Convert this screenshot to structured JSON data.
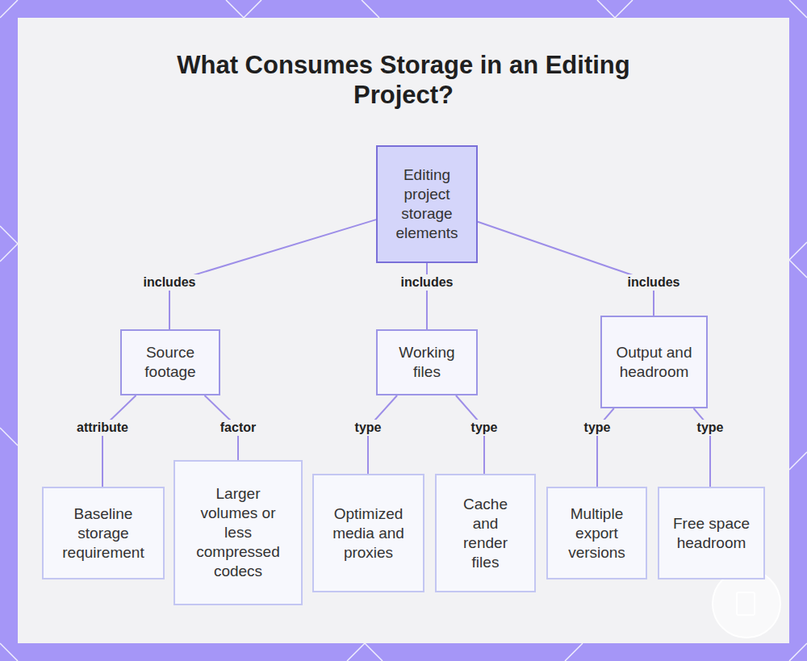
{
  "diagram": {
    "title": "What Consumes Storage in an Editing Project?",
    "nodes": [
      {
        "text": [
          "Editing project storage elements"
        ]
      },
      {
        "text": [
          "Source footage"
        ]
      },
      {
        "text": [
          "Working files"
        ]
      },
      {
        "text": [
          "Output and headroom"
        ]
      },
      {
        "text": [
          "Baseline storage requirement"
        ]
      },
      {
        "text": [
          "Larger volumes or less compressed codecs"
        ]
      },
      {
        "text": [
          "Optimized media and proxies"
        ]
      },
      {
        "text": [
          "Cache and render files"
        ]
      },
      {
        "text": [
          "Multiple export versions"
        ]
      },
      {
        "text": [
          "Free space headroom"
        ]
      }
    ],
    "edges": [
      {
        "from": 0,
        "to": 1,
        "label": "includes",
        "arrow": "none"
      },
      {
        "from": 0,
        "to": 2,
        "label": "includes",
        "arrow": "none"
      },
      {
        "from": 0,
        "to": 3,
        "label": "includes",
        "arrow": "none"
      },
      {
        "from": 1,
        "to": 4,
        "label": "attribute",
        "arrow": "none"
      },
      {
        "from": 1,
        "to": 5,
        "label": "factor",
        "arrow": "none"
      },
      {
        "from": 2,
        "to": 6,
        "label": "type",
        "arrow": "none"
      },
      {
        "from": 2,
        "to": 7,
        "label": "type",
        "arrow": "none"
      },
      {
        "from": 3,
        "to": 8,
        "label": "type",
        "arrow": "none"
      },
      {
        "from": 3,
        "to": 9,
        "label": "type",
        "arrow": "none"
      }
    ]
  }
}
